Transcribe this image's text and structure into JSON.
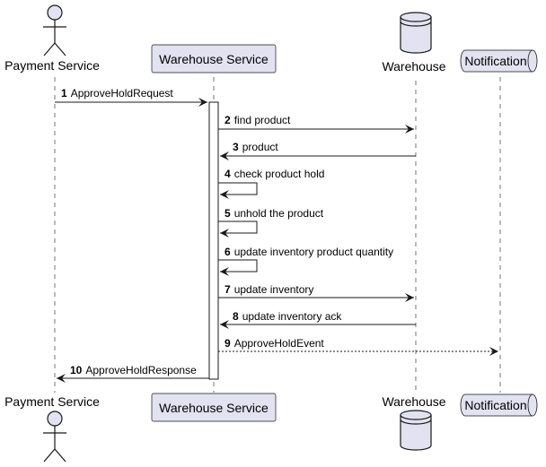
{
  "colors": {
    "participant_fill": "#E2E2F0",
    "participant_stroke": "#181818",
    "lifeline": "#181818",
    "activation_fill": "#ffffff"
  },
  "participants": [
    {
      "id": "payment",
      "label": "Payment Service",
      "shape": "actor"
    },
    {
      "id": "warehouse_service",
      "label": "Warehouse Service",
      "shape": "participant"
    },
    {
      "id": "warehouse",
      "label": "Warehouse",
      "shape": "database"
    },
    {
      "id": "notification",
      "label": "Notification",
      "shape": "queue"
    }
  ],
  "messages": [
    {
      "num": "1",
      "text": "ApproveHoldRequest",
      "from": "payment",
      "to": "warehouse_service",
      "style": "solid"
    },
    {
      "num": "2",
      "text": "find product",
      "from": "warehouse_service",
      "to": "warehouse",
      "style": "solid"
    },
    {
      "num": "3",
      "text": "product",
      "from": "warehouse",
      "to": "warehouse_service",
      "style": "solid"
    },
    {
      "num": "4",
      "text": "check product hold",
      "from": "warehouse_service",
      "to": "warehouse_service",
      "style": "self"
    },
    {
      "num": "5",
      "text": "unhold the product",
      "from": "warehouse_service",
      "to": "warehouse_service",
      "style": "self"
    },
    {
      "num": "6",
      "text": "update inventory product quantity",
      "from": "warehouse_service",
      "to": "warehouse_service",
      "style": "self"
    },
    {
      "num": "7",
      "text": "update inventory",
      "from": "warehouse_service",
      "to": "warehouse",
      "style": "solid"
    },
    {
      "num": "8",
      "text": "update inventory ack",
      "from": "warehouse",
      "to": "warehouse_service",
      "style": "solid"
    },
    {
      "num": "9",
      "text": "ApproveHoldEvent",
      "from": "warehouse_service",
      "to": "notification",
      "style": "dashed"
    },
    {
      "num": "10",
      "text": "ApproveHoldResponse",
      "from": "warehouse_service",
      "to": "payment",
      "style": "solid"
    }
  ]
}
